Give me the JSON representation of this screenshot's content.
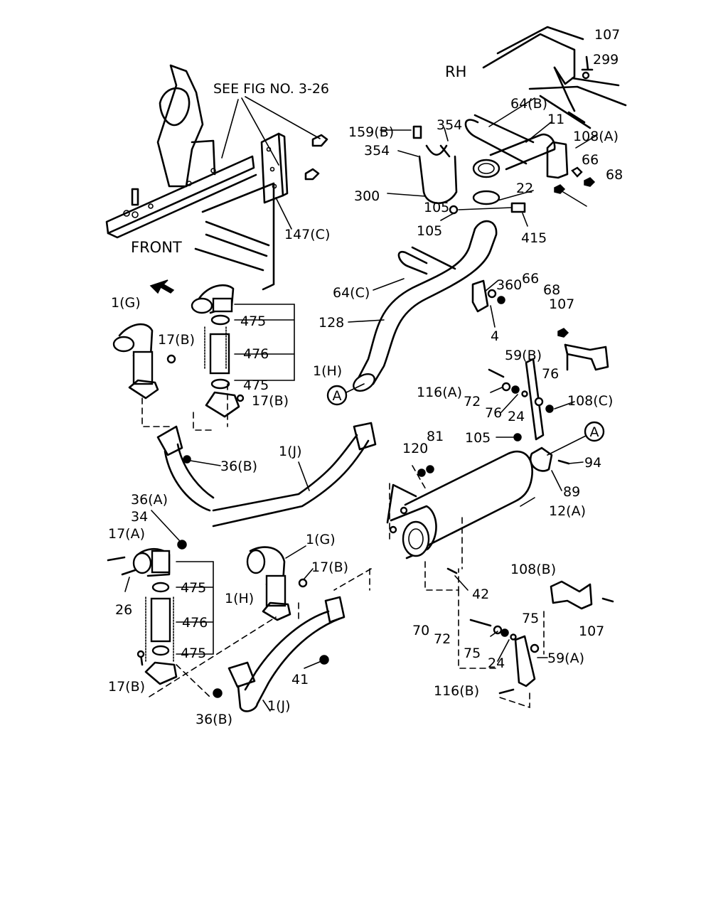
{
  "orientation": {
    "rh": "RH",
    "front": "FRONT"
  },
  "reference_note": "SEE FIG NO. 3-26",
  "callouts": [
    "107",
    "299",
    "64(B)",
    "159(B)",
    "354",
    "354",
    "11",
    "108(A)",
    "66",
    "68",
    "300",
    "22",
    "105",
    "105",
    "415",
    "147(C)",
    "64(C)",
    "360",
    "66",
    "68",
    "128",
    "4",
    "107",
    "1(G)",
    "475",
    "17(B)",
    "476",
    "1(H)",
    "475",
    "17(B)",
    "59(B)",
    "76",
    "116(A)",
    "72",
    "76",
    "24",
    "108(C)",
    "36(B)",
    "1(J)",
    "81",
    "120",
    "105",
    "A",
    "94",
    "89",
    "12(A)",
    "36(A)",
    "34",
    "17(A)",
    "26",
    "475",
    "1(H)",
    "476",
    "475",
    "17(B)",
    "1(G)",
    "17(B)",
    "42",
    "108(B)",
    "107",
    "70",
    "72",
    "75",
    "75",
    "24",
    "59(A)",
    "41",
    "1(J)",
    "36(B)",
    "116(B)"
  ],
  "circle_markers": [
    "A",
    "A",
    "A"
  ]
}
